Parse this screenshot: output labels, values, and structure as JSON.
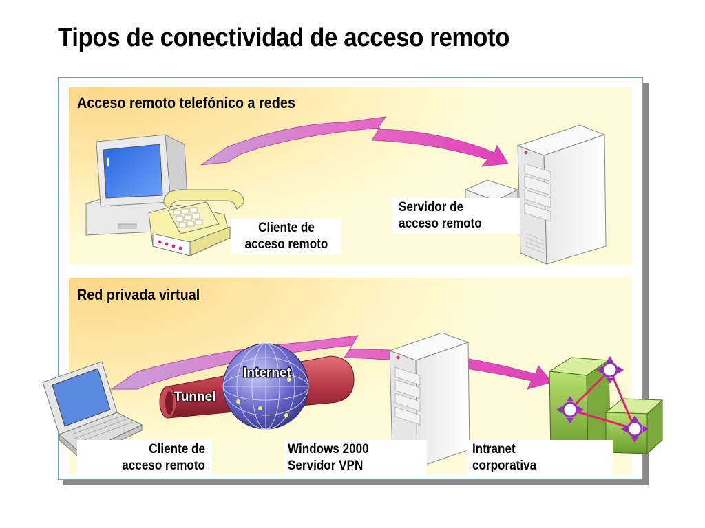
{
  "page": {
    "title": "Tipos de conectividad de acceso remoto"
  },
  "sections": {
    "dialup": {
      "title": "Acceso remoto telefónico a redes",
      "client_label": [
        "Cliente de",
        "acceso remoto"
      ],
      "server_label": [
        "Servidor de",
        "acceso remoto"
      ]
    },
    "vpn": {
      "title": "Red privada virtual",
      "internet_label": "Internet",
      "tunnel_label": "Tunnel",
      "client_label": [
        "Cliente de",
        "acceso remoto"
      ],
      "server_label": [
        "Windows 2000",
        "Servidor VPN"
      ],
      "intranet_label": [
        "Intranet",
        "corporativa"
      ]
    }
  },
  "colors": {
    "arrow": "#e040b8",
    "frame_border": "#6aa7b5",
    "panel": "#fde6a4",
    "network": "#8fc040",
    "router": "#9a28c8"
  }
}
